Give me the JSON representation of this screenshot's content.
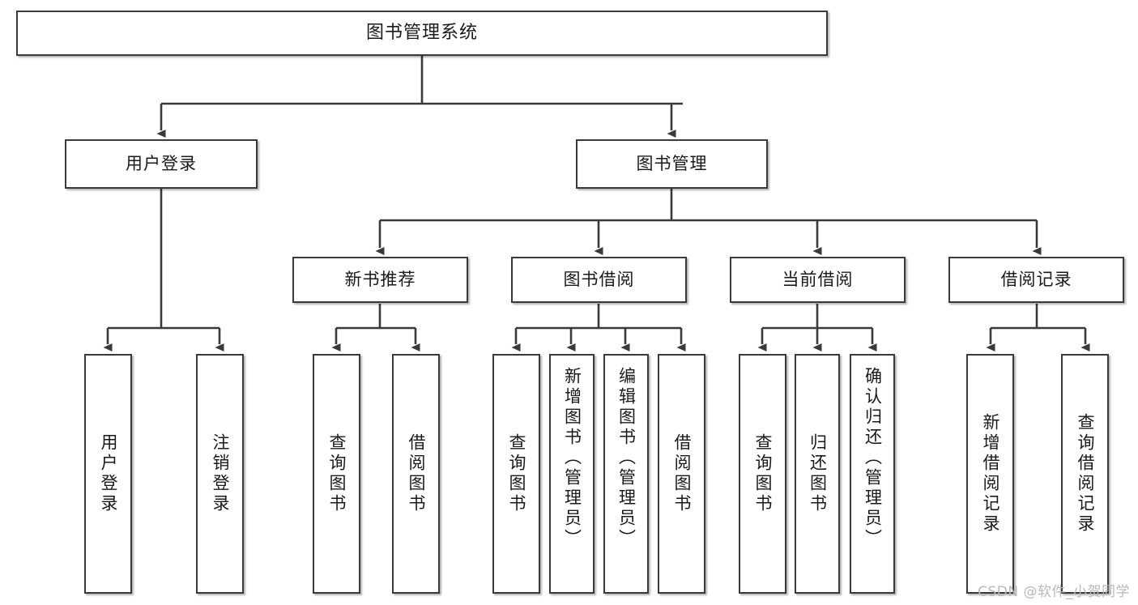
{
  "diagram": {
    "title_node": {
      "label": "图书管理系统"
    },
    "level2": [
      {
        "label": "用户登录"
      },
      {
        "label": "图书管理"
      }
    ],
    "level3": [
      {
        "label": "新书推荐"
      },
      {
        "label": "图书借阅"
      },
      {
        "label": "当前借阅"
      },
      {
        "label": "借阅记录"
      }
    ],
    "leaves": [
      {
        "label": "用户登录",
        "parent": "用户登录"
      },
      {
        "label": "注销登录",
        "parent": "用户登录"
      },
      {
        "label": "查询图书",
        "parent": "新书推荐"
      },
      {
        "label": "借阅图书",
        "parent": "新书推荐"
      },
      {
        "label": "查询图书",
        "parent": "图书借阅"
      },
      {
        "label": "新增图书（管理员）",
        "parent": "图书借阅"
      },
      {
        "label": "编辑图书（管理员）",
        "parent": "图书借阅"
      },
      {
        "label": "借阅图书",
        "parent": "图书借阅"
      },
      {
        "label": "查询图书",
        "parent": "当前借阅"
      },
      {
        "label": "归还图书",
        "parent": "当前借阅"
      },
      {
        "label": "确认归还（管理员）",
        "parent": "当前借阅"
      },
      {
        "label": "新增借阅记录",
        "parent": "借阅记录"
      },
      {
        "label": "查询借阅记录",
        "parent": "借阅记录"
      }
    ],
    "watermark": "CSDN @软件_小贺同学",
    "colors": {
      "stroke": "#3a3a3a",
      "background": "#ffffff",
      "text": "#1a1a1a",
      "watermark": "#b9b9b9"
    }
  }
}
